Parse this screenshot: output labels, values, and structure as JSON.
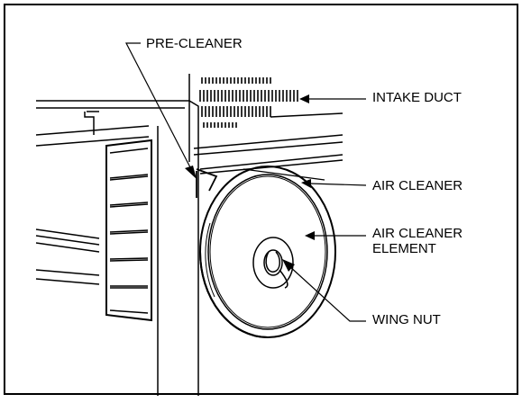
{
  "figure": {
    "labels": {
      "pre_cleaner": "PRE-CLEANER",
      "intake_duct": "INTAKE DUCT",
      "air_cleaner": "AIR CLEANER",
      "air_cleaner_element_line1": "AIR CLEANER",
      "air_cleaner_element_line2": "ELEMENT",
      "wing_nut": "WING NUT"
    },
    "colors": {
      "line": "#000000",
      "background": "#ffffff"
    }
  }
}
